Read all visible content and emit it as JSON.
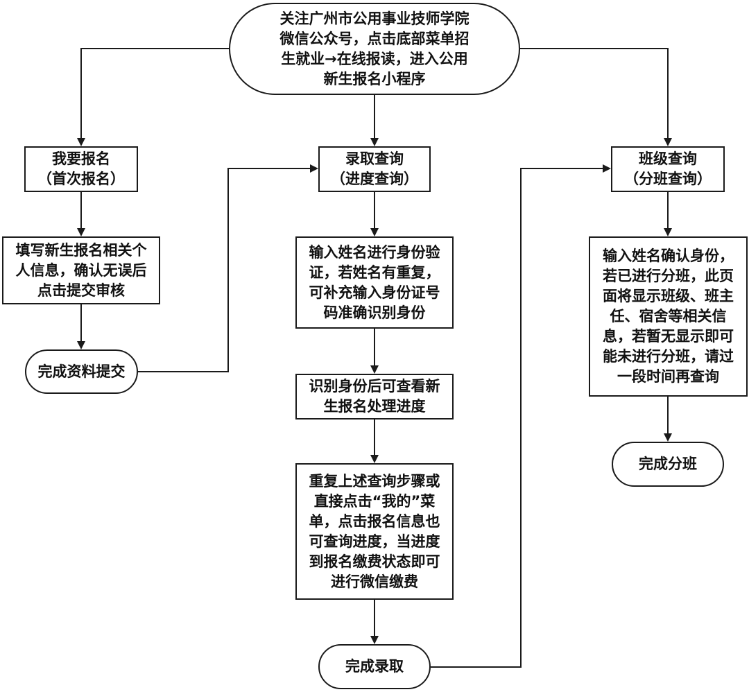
{
  "diagram": {
    "type": "flowchart",
    "colors": {
      "stroke": "#1a1a1a",
      "text": "#111111",
      "background": "#ffffff"
    },
    "nodes": {
      "start": {
        "shape": "terminal",
        "text": "关注广州市公用事业技师学院微信公众号，点击底部菜单招生就业→在线报读，进入公用新生报名小程序"
      },
      "enroll": {
        "shape": "process",
        "text": "我要报名（首次报名）"
      },
      "fill_info": {
        "shape": "process",
        "text": "填写新生报名相关个人信息，确认无误后点击提交审核"
      },
      "submit_done": {
        "shape": "terminal",
        "text": "完成资料提交"
      },
      "admission_query": {
        "shape": "process",
        "text": "录取查询（进度查询）"
      },
      "verify_name": {
        "shape": "process",
        "text": "输入姓名进行身份验证，若姓名有重复，可补充输入身份证号码准确识别身份"
      },
      "view_progress": {
        "shape": "process",
        "text": "识别身份后可查看新生报名处理进度"
      },
      "repeat_pay": {
        "shape": "process",
        "text": "重复上述查询步骤或直接点击“我的”菜单，点击报名信息也可查询进度，当进度到报名缴费状态即可进行微信缴费"
      },
      "admission_done": {
        "shape": "terminal",
        "text": "完成录取"
      },
      "class_query": {
        "shape": "process",
        "text": "班级查询（分班查询）"
      },
      "class_info": {
        "shape": "process",
        "text": "输入姓名确认身份，若已进行分班，此页面将显示班级、班主任、宿舍等相关信息，若暂无显示即可能未进行分班，请过一段时间再查询"
      },
      "class_done": {
        "shape": "terminal",
        "text": "完成分班"
      }
    },
    "edges": [
      {
        "from": "start",
        "to": "enroll"
      },
      {
        "from": "start",
        "to": "admission_query"
      },
      {
        "from": "start",
        "to": "class_query"
      },
      {
        "from": "enroll",
        "to": "fill_info"
      },
      {
        "from": "fill_info",
        "to": "submit_done"
      },
      {
        "from": "submit_done",
        "to": "admission_query"
      },
      {
        "from": "admission_query",
        "to": "verify_name"
      },
      {
        "from": "verify_name",
        "to": "view_progress"
      },
      {
        "from": "view_progress",
        "to": "repeat_pay"
      },
      {
        "from": "repeat_pay",
        "to": "admission_done"
      },
      {
        "from": "admission_done",
        "to": "class_query"
      },
      {
        "from": "class_query",
        "to": "class_info"
      },
      {
        "from": "class_info",
        "to": "class_done"
      }
    ]
  },
  "lines": {
    "start": [
      "关注广州市公用事业技师学院",
      "微信公众号，点击底部菜单招",
      "生就业→在线报读，进入公用",
      "新生报名小程序"
    ],
    "enroll": [
      "我要报名",
      "（首次报名）"
    ],
    "fill_info": [
      "填写新生报名相关个",
      "人信息，确认无误后",
      "点击提交审核"
    ],
    "submit_done": [
      "完成资料提交"
    ],
    "admission_query": [
      "录取查询",
      "（进度查询）"
    ],
    "verify_name": [
      "输入姓名进行身份验",
      "证，若姓名有重复，",
      "可补充输入身份证号",
      "码准确识别身份"
    ],
    "view_progress": [
      "识别身份后可查看新",
      "生报名处理进度"
    ],
    "repeat_pay": [
      "重复上述查询步骤或",
      "直接点击“我的”菜",
      "单，点击报名信息也",
      "可查询进度，当进度",
      "到报名缴费状态即可",
      "进行微信缴费"
    ],
    "admission_done": [
      "完成录取"
    ],
    "class_query": [
      "班级查询",
      "（分班查询）"
    ],
    "class_info": [
      "输入姓名确认身份，",
      "若已进行分班，此页",
      "面将显示班级、班主",
      "任、宿舍等相关信",
      "息，若暂无显示即可",
      "能未进行分班，请过",
      "一段时间再查询"
    ],
    "class_done": [
      "完成分班"
    ]
  }
}
